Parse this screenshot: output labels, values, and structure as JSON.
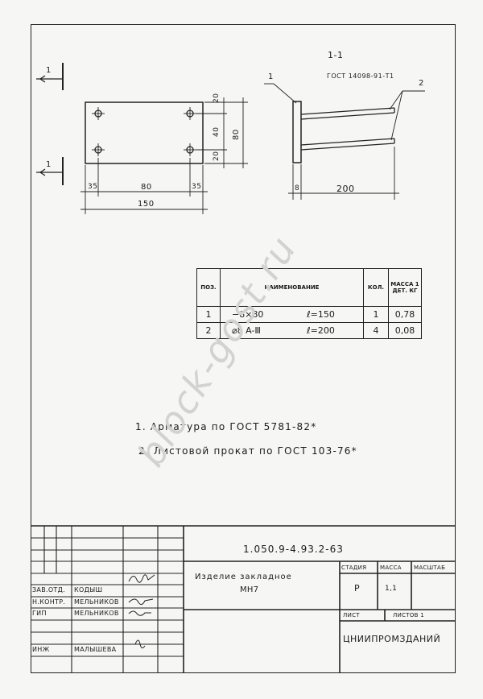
{
  "section": {
    "label": "1-1",
    "standard": "ГОСТ 14098-91-Т1",
    "callout_1": "1",
    "callout_2": "2"
  },
  "view_markers": [
    "1",
    "1"
  ],
  "plan": {
    "dims": {
      "left": "35",
      "mid": "80",
      "right": "35",
      "total": "150",
      "top": "20",
      "middle": "40",
      "bottom": "20",
      "height": "80"
    }
  },
  "side": {
    "dims": {
      "plate": "8",
      "length": "200"
    }
  },
  "spec_table": {
    "headers": [
      "ПОЗ.",
      "НАИМЕНОВАНИЕ",
      "КОЛ.",
      "МАССА 1 ДЕТ. КГ"
    ],
    "rows": [
      {
        "pos": "1",
        "name": "−8×80",
        "len": "ℓ=150",
        "qty": "1",
        "mass": "0,78"
      },
      {
        "pos": "2",
        "name": "⌀8 A-Ⅲ",
        "len": "ℓ=200",
        "qty": "4",
        "mass": "0,08"
      }
    ]
  },
  "notes": [
    "1. Арматура по ГОСТ 5781-82*",
    "2. Листовой прокат по ГОСТ 103-76*"
  ],
  "watermark": "block-gost.ru",
  "stamp": {
    "doc_code": "1.050.9-4.93.2-63",
    "title_line1": "Изделие закладное",
    "title_line2": "МН7",
    "col_stage": "СТАДИЯ",
    "col_mass": "МАССА",
    "col_scale": "МАСШТАБ",
    "stage": "Р",
    "mass": "1,1",
    "sheet_label": "ЛИСТ",
    "sheets_label": "ЛИСТОВ 1",
    "org": "ЦНИИПРОМЗДАНИЙ",
    "people": [
      {
        "role": "ЗАВ.ОТД.",
        "name": "КОДЫШ"
      },
      {
        "role": "Н.КОНТР.",
        "name": "МЕЛЬНИКОВ"
      },
      {
        "role": "ГИП",
        "name": "МЕЛЬНИКОВ"
      },
      {
        "role": "ИНЖ",
        "name": "МАЛЫШЕВА"
      }
    ]
  }
}
